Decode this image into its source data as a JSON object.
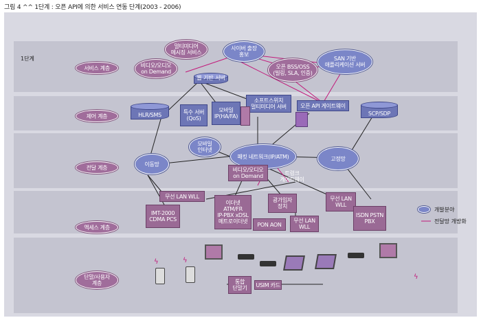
{
  "title": "그림 4 ^^ 1단계 : 오픈 API에 의한 서비스 연동 단계(2003 - 2006)",
  "stage": "1단계",
  "layers": {
    "service": "서비스 계층",
    "control": "제어 계층",
    "transport": "전달 계층",
    "access": "액세스 계층",
    "terminal": "단말/사용자\n계층"
  },
  "service": {
    "multimedia_msg": "멀티미디어\n메시징 서비스",
    "vod": "비디오/오디오\non Demand",
    "cyber_promo": "사이버 출장\n홍보",
    "san_app": "SAN 기반\n애플리케이션 서버",
    "open_bss": "오픈 BSS/OSS\n(빌링, SLA, 인증)"
  },
  "control": {
    "web_server": "웹 기반 서버",
    "hlr": "HLR/SMS",
    "special_server": "특수 서버\n(QoS)",
    "mobile_ip": "모바일\nIP(HA/FA)",
    "softswitch": "소프트스위치\n멀티미디어 서버",
    "api_gateway": "오픈 API 게이트웨이",
    "scp": "SCP/SDP"
  },
  "transport": {
    "mobile_internet": "모바일\n인터넷",
    "mobile_net": "이동망",
    "packet_net": "패킷 네트워크(IP/ATM)",
    "fixed_net": "고정망",
    "vod_box": "비디오/오디오\non Demand",
    "trunk_gw": "트렁크\n게이트웨이"
  },
  "access": {
    "wireless_lan1": "무선 LAN WLL",
    "imt": "IMT-2000\nCDMA PCS",
    "ethernet": "이더넷\nATM/FR\nIP-PBX xDSL\n메트로이더넷",
    "optical": "광가입자\n장치",
    "pon": "PON AON",
    "wireless_lan2": "무선 LAN\nWLL",
    "wireless_lan3": "무선 LAN\nWLL",
    "isdn": "ISDN PSTN\nPBX"
  },
  "terminal": {
    "unified": "통합\n단말기",
    "usim": "USIM 카드"
  },
  "legend": {
    "dev_area": "개발분야",
    "open_transport": "전달망 개방화"
  },
  "colors": {
    "accent_pink": "#9a6a95",
    "accent_blue": "#6d76b6",
    "link_magenta": "#c2187a"
  }
}
